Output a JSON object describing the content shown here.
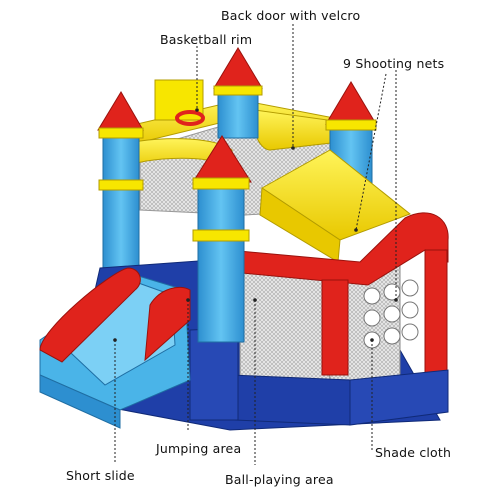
{
  "labels": {
    "back_door": "Back door with velcro",
    "basketball_rim": "Basketball rim",
    "shooting_nets": "9 Shooting nets",
    "jumping_area": "Jumping area",
    "shade_cloth": "Shade cloth",
    "short_slide": "Short slide",
    "ball_playing_area": "Ball-playing area"
  },
  "colors": {
    "red": "#e0231c",
    "yellow": "#f7e600",
    "light_blue": "#4ab4e8",
    "dark_blue": "#1f3fa8",
    "net": "#c9c9c9"
  }
}
